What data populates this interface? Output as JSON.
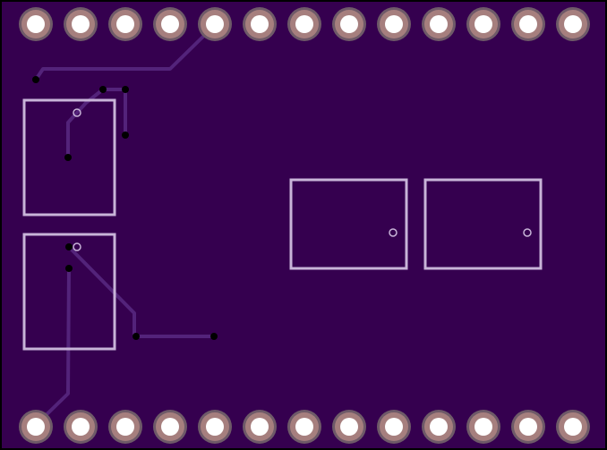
{
  "board": {
    "colors": {
      "outline": "#000000",
      "substrate": "#35004F",
      "pad_ring": "#A67F7E",
      "pad_ring_edge": "#6E5A68",
      "pad_hole": "#FFFFFF",
      "silkscreen": "#C8B4D8",
      "trace": "#53237A",
      "via": "#000000"
    },
    "header_pins_per_row": 13,
    "rows": [
      {
        "id": "top",
        "pins": 13
      },
      {
        "id": "bottom",
        "pins": 13
      }
    ],
    "components": [
      {
        "id": "u1",
        "kind": "footprint",
        "pin1_marker": true
      },
      {
        "id": "u2",
        "kind": "footprint",
        "pin1_marker": true
      },
      {
        "id": "u3",
        "kind": "footprint",
        "pin1_marker": true
      },
      {
        "id": "u4",
        "kind": "footprint",
        "pin1_marker": true
      }
    ],
    "via_count": 9,
    "trace_count": 5
  }
}
